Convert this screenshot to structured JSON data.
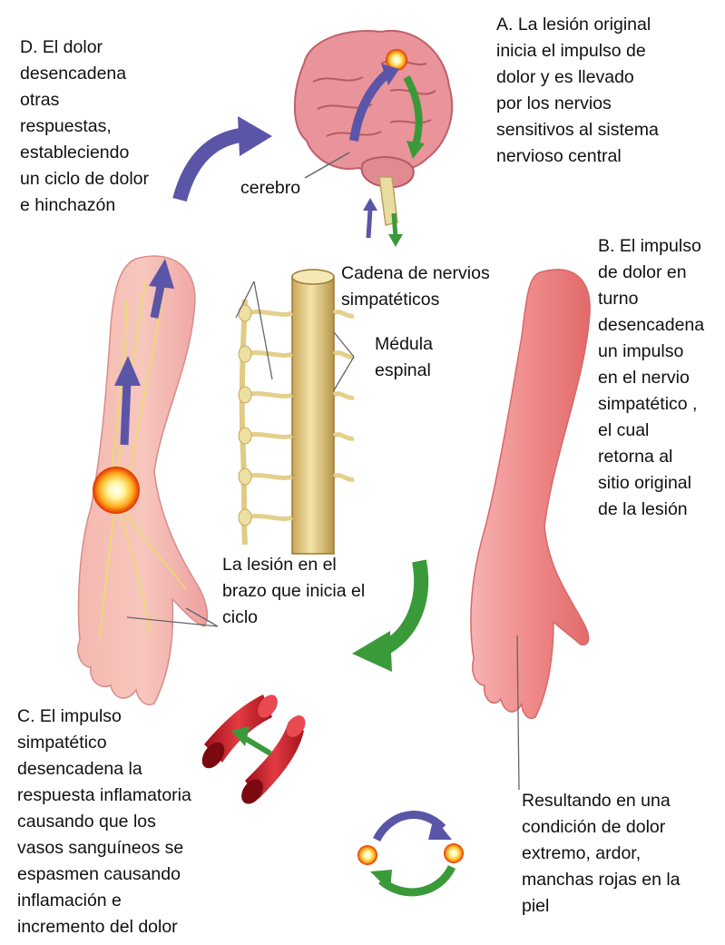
{
  "labels": {
    "a": "A.  La lesión original\ninicia el impulso de\ndolor y es llevado\npor los nervios\nsensitivos al sistema\nnervioso central",
    "b": "B. El impulso\nde dolor en\nturno\ndesencadena\nun impulso\nen el nervio\nsimpatético ,\nel cual\nretorna al\nsitio original\nde la lesión",
    "c": "C. El impulso\nsimpatético\ndesencadena la\nrespuesta inflamatoria\ncausando que los\nvasos sanguíneos se\nespasmen  causando\ninflamación e\nincremento del  dolor",
    "d": "D. El dolor\ndesencadena\notras\nrespuestas,\nestableciendo\nun ciclo de dolor\ne hinchazón",
    "cerebro": "cerebro",
    "cadena": "Cadena de nervios\nsimpatéticos",
    "medula": "Médula\nespinal",
    "lesion_brazo": "La lesión en el\nbrazo que inicia el\nciclo",
    "resultado": "Resultando en una\ncondición de dolor\nextremo, ardor,\nmanchas rojas en la\npiel"
  },
  "colors": {
    "purple_arrow": "#5b55a8",
    "green_arrow": "#3a9a3a",
    "skin": "#f0a0a0",
    "skin_dark": "#e27878",
    "brain": "#e8949a",
    "nerve": "#e8d9a0",
    "vessel": "#d42530",
    "pain_glow": "#ffcc33"
  }
}
